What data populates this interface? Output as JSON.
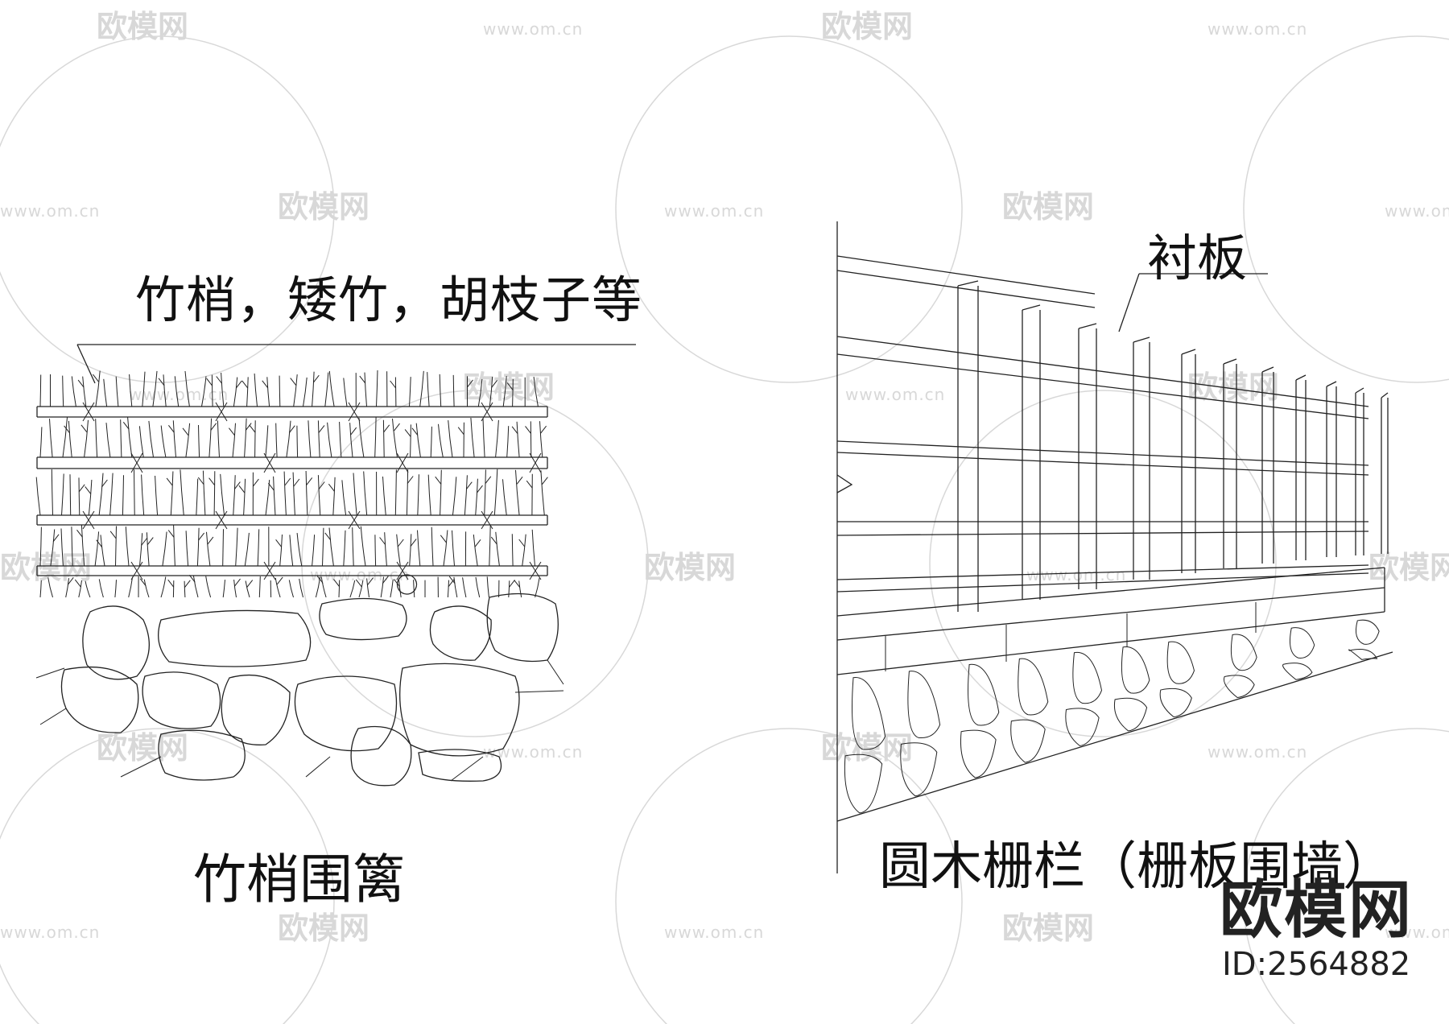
{
  "labels": {
    "bamboo_materials": "竹梢，矮竹，胡枝子等",
    "bamboo_fence_title": "竹梢围篱",
    "lining_board": "衬板",
    "log_fence_title": "圆木栅栏（栅板围墙）"
  },
  "brand": {
    "name": "欧模网",
    "id_text": "ID:2564882"
  },
  "watermark": {
    "logo_text": "欧模网",
    "url_text": "www.om.cn"
  },
  "colors": {
    "line": "#222222",
    "watermark": "#d8d8d8",
    "background": "#ffffff"
  }
}
